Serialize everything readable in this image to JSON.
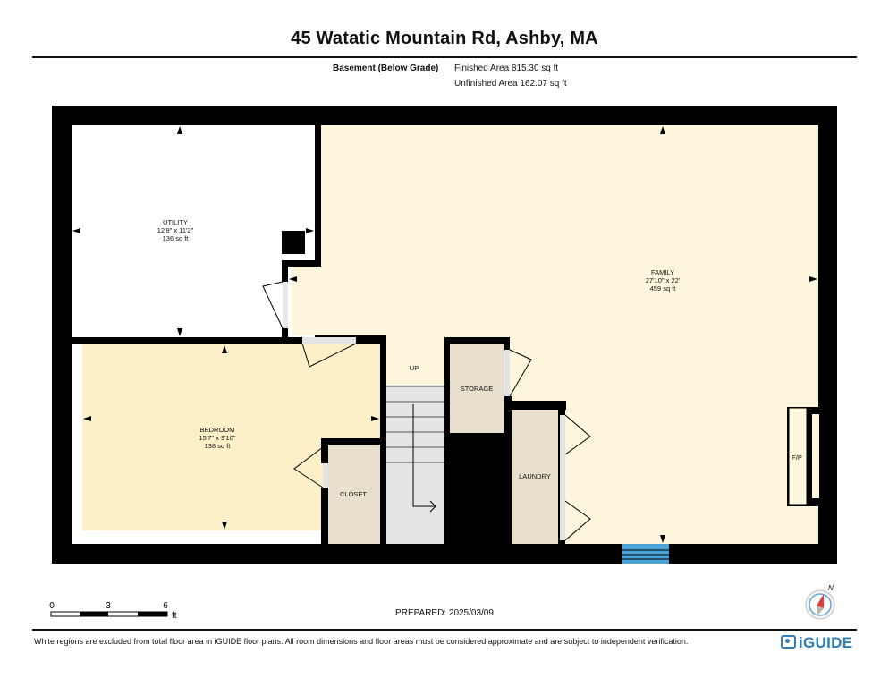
{
  "header": {
    "address": "45 Watatic Mountain Rd, Ashby, MA",
    "level": "Basement (Below Grade)",
    "finished_area": "Finished Area 815.30 sq ft",
    "unfinished_area": "Unfinished Area 162.07 sq ft"
  },
  "rooms": {
    "utility": {
      "name": "UTILITY",
      "dims": "12'9\" x 11'2\"",
      "area": "136 sq ft"
    },
    "family": {
      "name": "FAMILY",
      "dims": "27'10\" x 22'",
      "area": "459 sq ft"
    },
    "bedroom": {
      "name": "BEDROOM",
      "dims": "15'7\" x 9'10\"",
      "area": "138 sq ft"
    },
    "storage": {
      "name": "STORAGE"
    },
    "laundry": {
      "name": "LAUNDRY"
    },
    "closet": {
      "name": "CLOSET"
    },
    "fireplace": {
      "name": "F/P"
    },
    "stairs": {
      "name": "UP"
    }
  },
  "scale": {
    "labels": [
      "0",
      "3",
      "6"
    ],
    "unit": "ft"
  },
  "compass": {
    "north": "N"
  },
  "footer": {
    "prepared": "PREPARED: 2025/03/09",
    "disclaimer": "White regions are excluded from total floor area in iGUIDE floor plans. All room dimensions and floor areas must be considered approximate and are subject to independent verification.",
    "brand": "iGUIDE"
  },
  "colors": {
    "wall": "#000000",
    "family_fill": "#fdf6dc",
    "bedroom_fill": "#fdf0c9",
    "storage_fill": "#e8dfcd",
    "stair_fill": "#e4e4e4",
    "window": "#4aa3d6",
    "compass_red": "#e23a3a"
  }
}
